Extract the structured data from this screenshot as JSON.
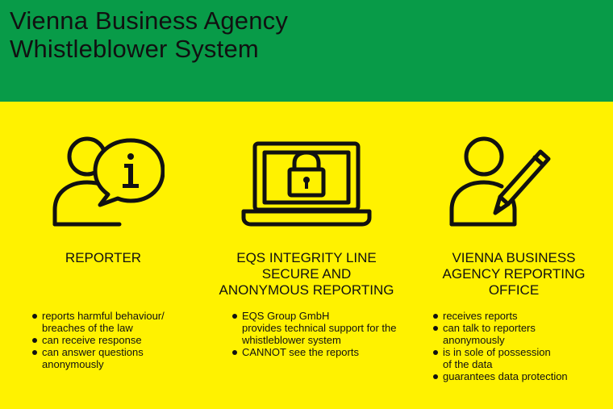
{
  "header": {
    "title_line1": "Vienna Business Agency",
    "title_line2": "Whistleblower System",
    "bg_color": "#089b48"
  },
  "background_color": "#fff200",
  "columns": [
    {
      "icon": "reporter-info-icon",
      "heading": [
        "REPORTER"
      ],
      "bullets": [
        [
          "reports harmful behaviour/",
          "breaches of the law"
        ],
        [
          "can receive response"
        ],
        [
          "can answer questions",
          "anonymously"
        ]
      ]
    },
    {
      "icon": "laptop-lock-icon",
      "heading": [
        "EQS INTEGRITY LINE",
        "SECURE AND",
        "ANONYMOUS REPORTING"
      ],
      "bullets": [
        [
          "EQS Group GmbH",
          "provides technical support for the",
          "whistleblower system"
        ],
        [
          "CANNOT see the reports"
        ]
      ]
    },
    {
      "icon": "person-pencil-icon",
      "heading": [
        "VIENNA BUSINESS",
        "AGENCY REPORTING",
        "OFFICE"
      ],
      "bullets": [
        [
          "receives reports"
        ],
        [
          "can talk to reporters",
          "anonymously"
        ],
        [
          "is in sole of possession",
          "of the data"
        ],
        [
          "guarantees data protection"
        ]
      ]
    }
  ]
}
